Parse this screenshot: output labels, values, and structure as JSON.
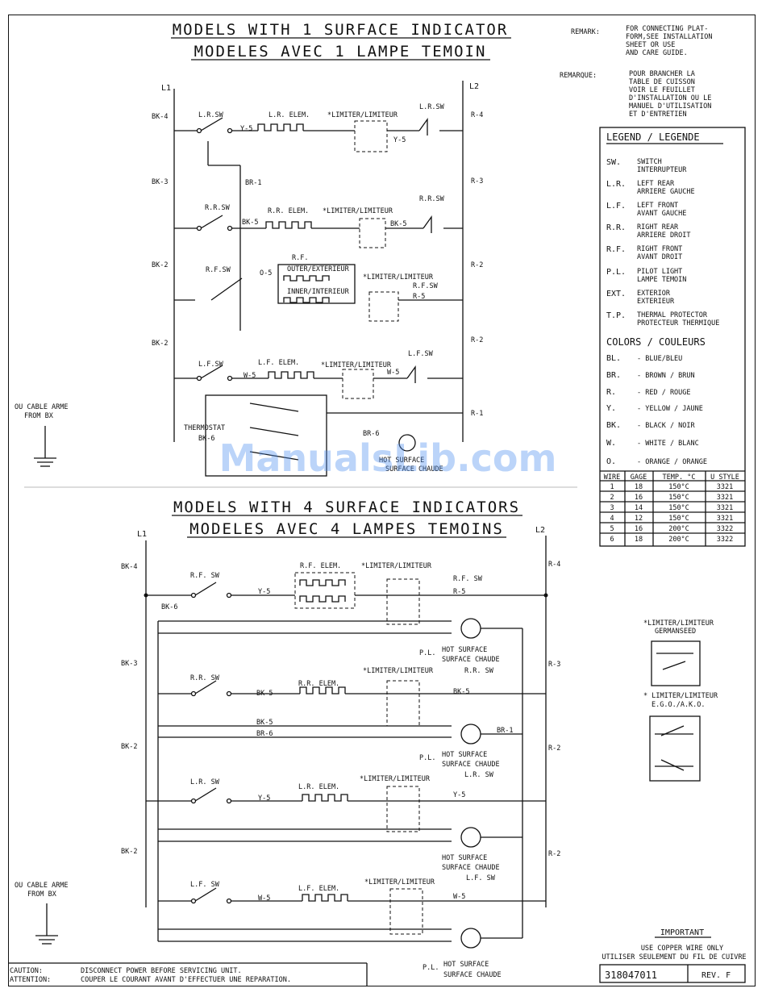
{
  "top": {
    "title_en": "MODELS WITH 1 SURFACE INDICATOR",
    "title_fr": "MODELES AVEC 1 LAMPE TEMOIN",
    "lines": {
      "l1": "L1",
      "l2": "L2"
    },
    "left_wires": [
      "BK-4",
      "BK-3",
      "BK-2",
      "BK-2"
    ],
    "right_wires": [
      "R-4",
      "R-3",
      "R-2",
      "R-2",
      "R-1"
    ],
    "circuits": [
      {
        "switch": "L.R.SW",
        "element": "L.R. ELEM.",
        "limiter": "*LIMITER/LIMITEUR",
        "switch2": "L.R.SW",
        "wire": "Y-5",
        "wire2": "Y-5"
      },
      {
        "switch": "R.R.SW",
        "element": "R.R. ELEM.",
        "limiter": "*LIMITER/LIMITEUR",
        "switch2": "R.R.SW",
        "wire": "BK-5",
        "wire2": "BK-5"
      },
      {
        "switch": "R.F.SW",
        "element": "R.F.",
        "outer": "OUTER/EXTERIEUR",
        "inner": "INNER/INTERIEUR",
        "limiter": "*LIMITER/LIMITEUR",
        "switch2": "R.F.SW",
        "wire": "O-5",
        "wire2": "R-5"
      },
      {
        "switch": "L.F.SW",
        "element": "L.F. ELEM.",
        "limiter": "*LIMITER/LIMITEUR",
        "switch2": "L.F.SW",
        "wire": "W-5",
        "wire2": "W-5"
      }
    ],
    "misc": {
      "br1": "BR-1",
      "thermostat": "THERMOSTAT",
      "bk6": "BK-6",
      "br6": "BR-6",
      "hot_surface": "HOT SURFACE",
      "surface_chaude": "SURFACE CHAUDE"
    }
  },
  "remark": {
    "label_en": "REMARK:",
    "text_en": [
      "FOR CONNECTING PLAT-",
      "FORM,SEE INSTALLATION",
      "SHEET OR USE",
      "AND CARE GUIDE."
    ],
    "label_fr": "REMARQUE:",
    "text_fr": [
      "POUR BRANCHER LA",
      "TABLE DE CUISSON",
      "VOIR LE FEUILLET",
      "D'INSTALLATION OU LE",
      "MANUEL D'UTILISATION",
      "ET D'ENTRETIEN"
    ]
  },
  "legend": {
    "title": "LEGEND / LEGENDE",
    "items": [
      {
        "code": "SW.",
        "en": "SWITCH",
        "fr": "INTERRUPTEUR"
      },
      {
        "code": "L.R.",
        "en": "LEFT REAR",
        "fr": "ARRIERE GAUCHE"
      },
      {
        "code": "L.F.",
        "en": "LEFT FRONT",
        "fr": "AVANT GAUCHE"
      },
      {
        "code": "R.R.",
        "en": "RIGHT REAR",
        "fr": "ARRIERE DROIT"
      },
      {
        "code": "R.F.",
        "en": "RIGHT FRONT",
        "fr": "AVANT DROIT"
      },
      {
        "code": "P.L.",
        "en": "PILOT LIGHT",
        "fr": "LAMPE TEMOIN"
      },
      {
        "code": "EXT.",
        "en": "EXTERIOR",
        "fr": "EXTERIEUR"
      },
      {
        "code": "T.P.",
        "en": "THERMAL PROTECTOR",
        "fr": "PROTECTEUR THERMIQUE"
      }
    ],
    "colors_title": "COLORS / COULEURS",
    "colors": [
      {
        "code": "BL.",
        "text": "- BLUE/BLEU"
      },
      {
        "code": "BR.",
        "text": "- BROWN / BRUN"
      },
      {
        "code": "R.",
        "text": "- RED / ROUGE"
      },
      {
        "code": "Y.",
        "text": "- YELLOW / JAUNE"
      },
      {
        "code": "BK.",
        "text": "- BLACK / NOIR"
      },
      {
        "code": "W.",
        "text": "- WHITE / BLANC"
      },
      {
        "code": "O.",
        "text": "- ORANGE / ORANGE"
      }
    ],
    "table": {
      "headers": [
        "WIRE",
        "GAGE",
        "TEMP. °C",
        "U STYLE"
      ],
      "rows": [
        [
          "1",
          "18",
          "150°C",
          "3321"
        ],
        [
          "2",
          "16",
          "150°C",
          "3321"
        ],
        [
          "3",
          "14",
          "150°C",
          "3321"
        ],
        [
          "4",
          "12",
          "150°C",
          "3321"
        ],
        [
          "5",
          "16",
          "200°C",
          "3322"
        ],
        [
          "6",
          "18",
          "200°C",
          "3322"
        ]
      ]
    }
  },
  "bottom": {
    "title_en": "MODELS WITH 4 SURFACE INDICATORS",
    "title_fr": "MODELES AVEC 4 LAMPES TEMOINS",
    "lines": {
      "l1": "L1",
      "l2": "L2"
    },
    "left_wires": [
      "BK-4",
      "BK-3",
      "BK-2",
      "BK-2"
    ],
    "right_wires": [
      "R-4",
      "R-3",
      "R-2",
      "R-2"
    ],
    "circuits": [
      {
        "switch": "R.F. SW",
        "element": "R.F. ELEM.",
        "limiter": "*LIMITER/LIMITEUR",
        "switch2": "R.F. SW",
        "wire": "Y-5",
        "wire2": "R-5"
      },
      {
        "switch": "R.R. SW",
        "element": "R.R. ELEM.",
        "limiter": "*LIMITER/LIMITEUR",
        "switch2": "R.R. SW",
        "wire": "BK-5",
        "wire2": "BK-5"
      },
      {
        "switch": "L.R. SW",
        "element": "L.R. ELEM.",
        "limiter": "*LIMITER/LIMITEUR",
        "switch2": "L.R. SW",
        "wire": "Y-5",
        "wire2": "Y-5"
      },
      {
        "switch": "L.F. SW",
        "element": "L.F. ELEM.",
        "limiter": "*LIMITER/LIMITEUR",
        "switch2": "L.F. SW",
        "wire": "W-5",
        "wire2": "W-5"
      }
    ],
    "misc": {
      "bk6": "BK-6",
      "bk5": "BK-5",
      "br6": "BR-6",
      "br1": "BR-1",
      "pl": "P.L.",
      "hot_surface": "HOT SURFACE",
      "surface_chaude": "SURFACE CHAUDE"
    }
  },
  "cable": {
    "text1": "OU CABLE ARME",
    "text2": "FROM BX"
  },
  "limiter_note": {
    "line1": "*LIMITER/LIMITEUR",
    "line2": "GERMANSEED",
    "line3": "* LIMITER/LIMITEUR",
    "line4": "E.G.O./A.K.O."
  },
  "important": {
    "title": "IMPORTANT",
    "line1": "USE COPPER WIRE ONLY",
    "line2": "UTILISER SEULEMENT DU FIL DE CUIVRE"
  },
  "caution": {
    "label_en": "CAUTION:",
    "text_en": "DISCONNECT POWER BEFORE SERVICING UNIT.",
    "label_fr": "ATTENTION:",
    "text_fr": "COUPER LE COURANT AVANT D'EFFECTUER UNE REPARATION."
  },
  "part": {
    "number": "318047011",
    "rev": "REV. F"
  },
  "watermark": "ManualsLib.com"
}
